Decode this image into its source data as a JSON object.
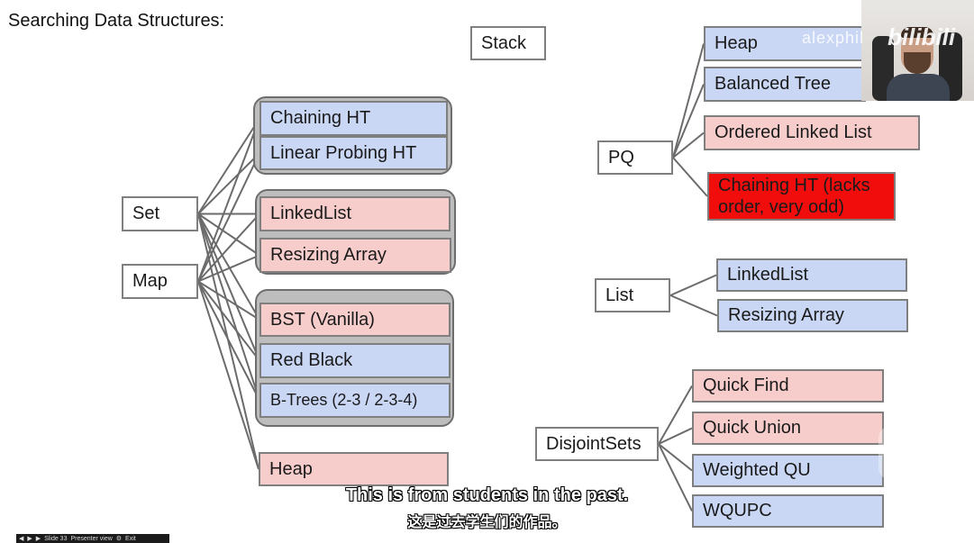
{
  "title": "Searching Data Structures:",
  "diagram": {
    "left_sources": [
      {
        "id": "set",
        "label": "Set"
      },
      {
        "id": "map",
        "label": "Map"
      }
    ],
    "left_targets": [
      {
        "id": "chaining_ht",
        "label": "Chaining HT",
        "color": "blue"
      },
      {
        "id": "linear_probing_ht",
        "label": "Linear Probing HT",
        "color": "blue"
      },
      {
        "id": "linkedlist_left",
        "label": "LinkedList",
        "color": "pink"
      },
      {
        "id": "resizing_array_left",
        "label": "Resizing Array",
        "color": "pink"
      },
      {
        "id": "bst",
        "label": "BST (Vanilla)",
        "color": "pink"
      },
      {
        "id": "red_black",
        "label": "Red Black",
        "color": "blue"
      },
      {
        "id": "btrees",
        "label": "B-Trees (2-3 / 2-3-4)",
        "color": "blue"
      },
      {
        "id": "heap_left",
        "label": "Heap",
        "color": "pink"
      }
    ],
    "stack": {
      "label": "Stack"
    },
    "pq": {
      "label": "PQ",
      "children": [
        {
          "id": "heap_pq",
          "label": "Heap",
          "color": "blue"
        },
        {
          "id": "balanced_tree",
          "label": "Balanced Tree",
          "color": "blue"
        },
        {
          "id": "ordered_linked_list",
          "label": "Ordered Linked List",
          "color": "pink"
        },
        {
          "id": "chaining_ht_pq",
          "label": "Chaining HT (lacks order, very odd)",
          "color": "red"
        }
      ]
    },
    "list": {
      "label": "List",
      "children": [
        {
          "id": "linkedlist_list",
          "label": "LinkedList",
          "color": "blue"
        },
        {
          "id": "resizing_array_list",
          "label": "Resizing Array",
          "color": "blue"
        }
      ]
    },
    "disjoint_sets": {
      "label": "DisjointSets",
      "children": [
        {
          "id": "quick_find",
          "label": "Quick Find",
          "color": "pink"
        },
        {
          "id": "quick_union",
          "label": "Quick Union",
          "color": "pink"
        },
        {
          "id": "weighted_qu",
          "label": "Weighted QU",
          "color": "blue"
        },
        {
          "id": "wqupc",
          "label": "WQUPC",
          "color": "blue"
        }
      ]
    }
  },
  "colors": {
    "blue": "#c9d7f5",
    "pink": "#f7cdcc",
    "red": "#f20d0d",
    "group_fill": "#bdbdbd"
  },
  "watermark": {
    "user": "alexphil",
    "logo": "bilibili"
  },
  "subtitles": {
    "en": "This is from students in the past.",
    "zh": "这是过去学生们的作品。"
  },
  "toolbar": {
    "slide": "Slide 33",
    "presenter": "Presenter view",
    "exit": "Exit"
  }
}
